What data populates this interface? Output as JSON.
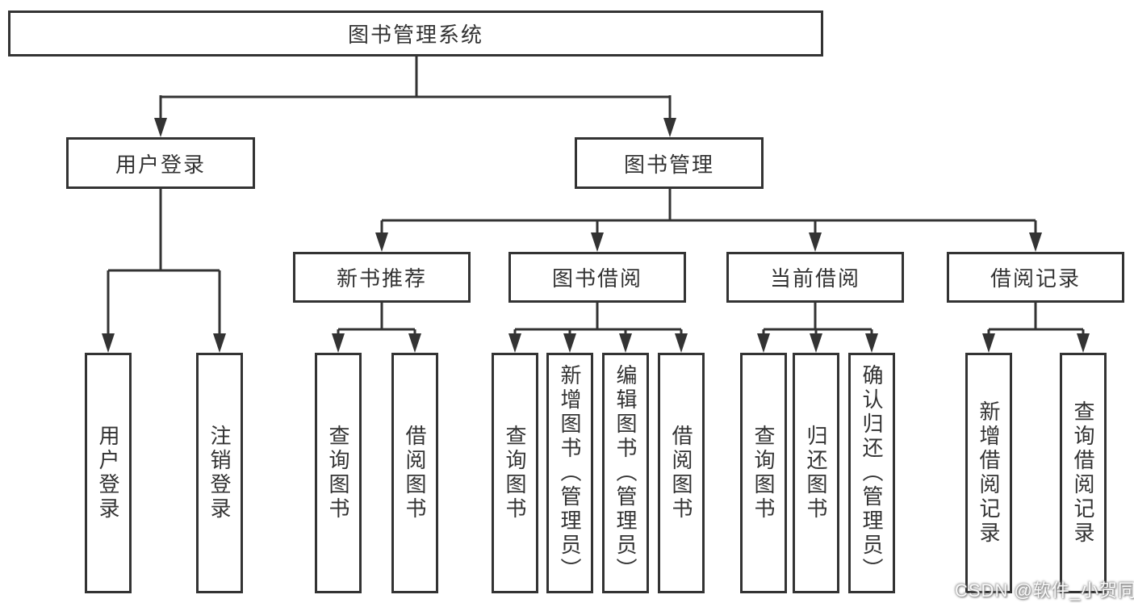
{
  "diagram": {
    "root": {
      "label": "图书管理系统"
    },
    "level1": [
      {
        "id": "user-login",
        "label": "用户登录"
      },
      {
        "id": "book-management",
        "label": "图书管理"
      }
    ],
    "level2": [
      {
        "id": "new-book-recommend",
        "label": "新书推荐"
      },
      {
        "id": "book-borrowing",
        "label": "图书借阅"
      },
      {
        "id": "current-borrowing",
        "label": "当前借阅"
      },
      {
        "id": "borrowing-records",
        "label": "借阅记录"
      }
    ],
    "leaves": [
      {
        "id": "user-login-leaf",
        "label": "用户登录"
      },
      {
        "id": "logout",
        "label": "注销登录"
      },
      {
        "id": "query-books-1",
        "label": "查询图书"
      },
      {
        "id": "borrow-books-1",
        "label": "借阅图书"
      },
      {
        "id": "query-books-2",
        "label": "查询图书"
      },
      {
        "id": "add-book-admin",
        "label": "新增图书（管理员）"
      },
      {
        "id": "edit-book-admin",
        "label": "编辑图书（管理员）"
      },
      {
        "id": "borrow-books-2",
        "label": "借阅图书"
      },
      {
        "id": "query-books-3",
        "label": "查询图书"
      },
      {
        "id": "return-book",
        "label": "归还图书"
      },
      {
        "id": "confirm-return-admin",
        "label": "确认归还（管理员）"
      },
      {
        "id": "add-borrow-record",
        "label": "新增借阅记录"
      },
      {
        "id": "query-borrow-record",
        "label": "查询借阅记录"
      }
    ],
    "watermark": "CSDN @软件_小贺同学",
    "colors": {
      "line": "#333333",
      "text": "#333333",
      "background": "#ffffff"
    }
  }
}
